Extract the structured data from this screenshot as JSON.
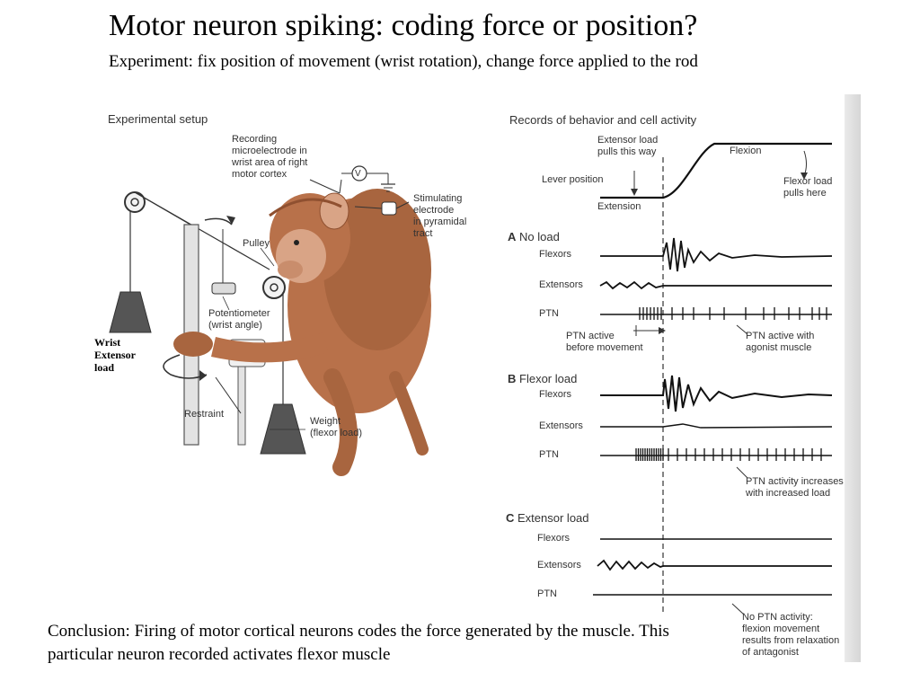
{
  "slide": {
    "title": "Motor neuron spiking: coding force or position?",
    "subtitle": "Experiment: fix position of movement (wrist rotation), change force applied to the rod",
    "conclusion": "Conclusion: Firing of motor cortical neurons codes the force generated by the muscle.  This particular neuron recorded activates flexor muscle"
  },
  "setup": {
    "heading": "Experimental setup",
    "recording_label": "Recording\nmicroelectrode in\nwrist area of right\nmotor cortex",
    "voltmeter_symbol": "V",
    "stimulating_label": "Stimulating\nelectrode\nin pyramidal\ntract",
    "pulley_label": "Pulley",
    "potentiometer_label": "Potentiometer\n(wrist angle)",
    "wrist_extensor_label": "Wrist\nExtensor\nload",
    "restraint_label": "Restraint",
    "weight_label": "Weight\n(flexor load)"
  },
  "records": {
    "heading": "Records of behavior and cell activity",
    "extensor_pull_label": "Extensor load\npulls this way",
    "flexion_label": "Flexion",
    "lever_position_label": "Lever position",
    "extension_label": "Extension",
    "flexor_pull_label": "Flexor load\npulls here",
    "flexors_label": "Flexors",
    "extensors_label": "Extensors",
    "ptn_label": "PTN",
    "panel_a": {
      "letter": "A",
      "title": "No load",
      "note_before": "PTN active\nbefore movement",
      "note_after": "PTN active with\nagonist muscle"
    },
    "panel_b": {
      "letter": "B",
      "title": "Flexor load",
      "note": "PTN activity increases\nwith increased load"
    },
    "panel_c": {
      "letter": "C",
      "title": "Extensor load",
      "note": "No PTN activity:\nflexion movement\nresults from relaxation\nof antagonist"
    }
  },
  "colors": {
    "fur": "#b8714a",
    "fur_dark": "#8f5030",
    "face": "#d9a486",
    "trace": "#111111",
    "figure_text": "#333333",
    "apparatus_metal": "#d8d8d8",
    "weight": "#555555"
  }
}
